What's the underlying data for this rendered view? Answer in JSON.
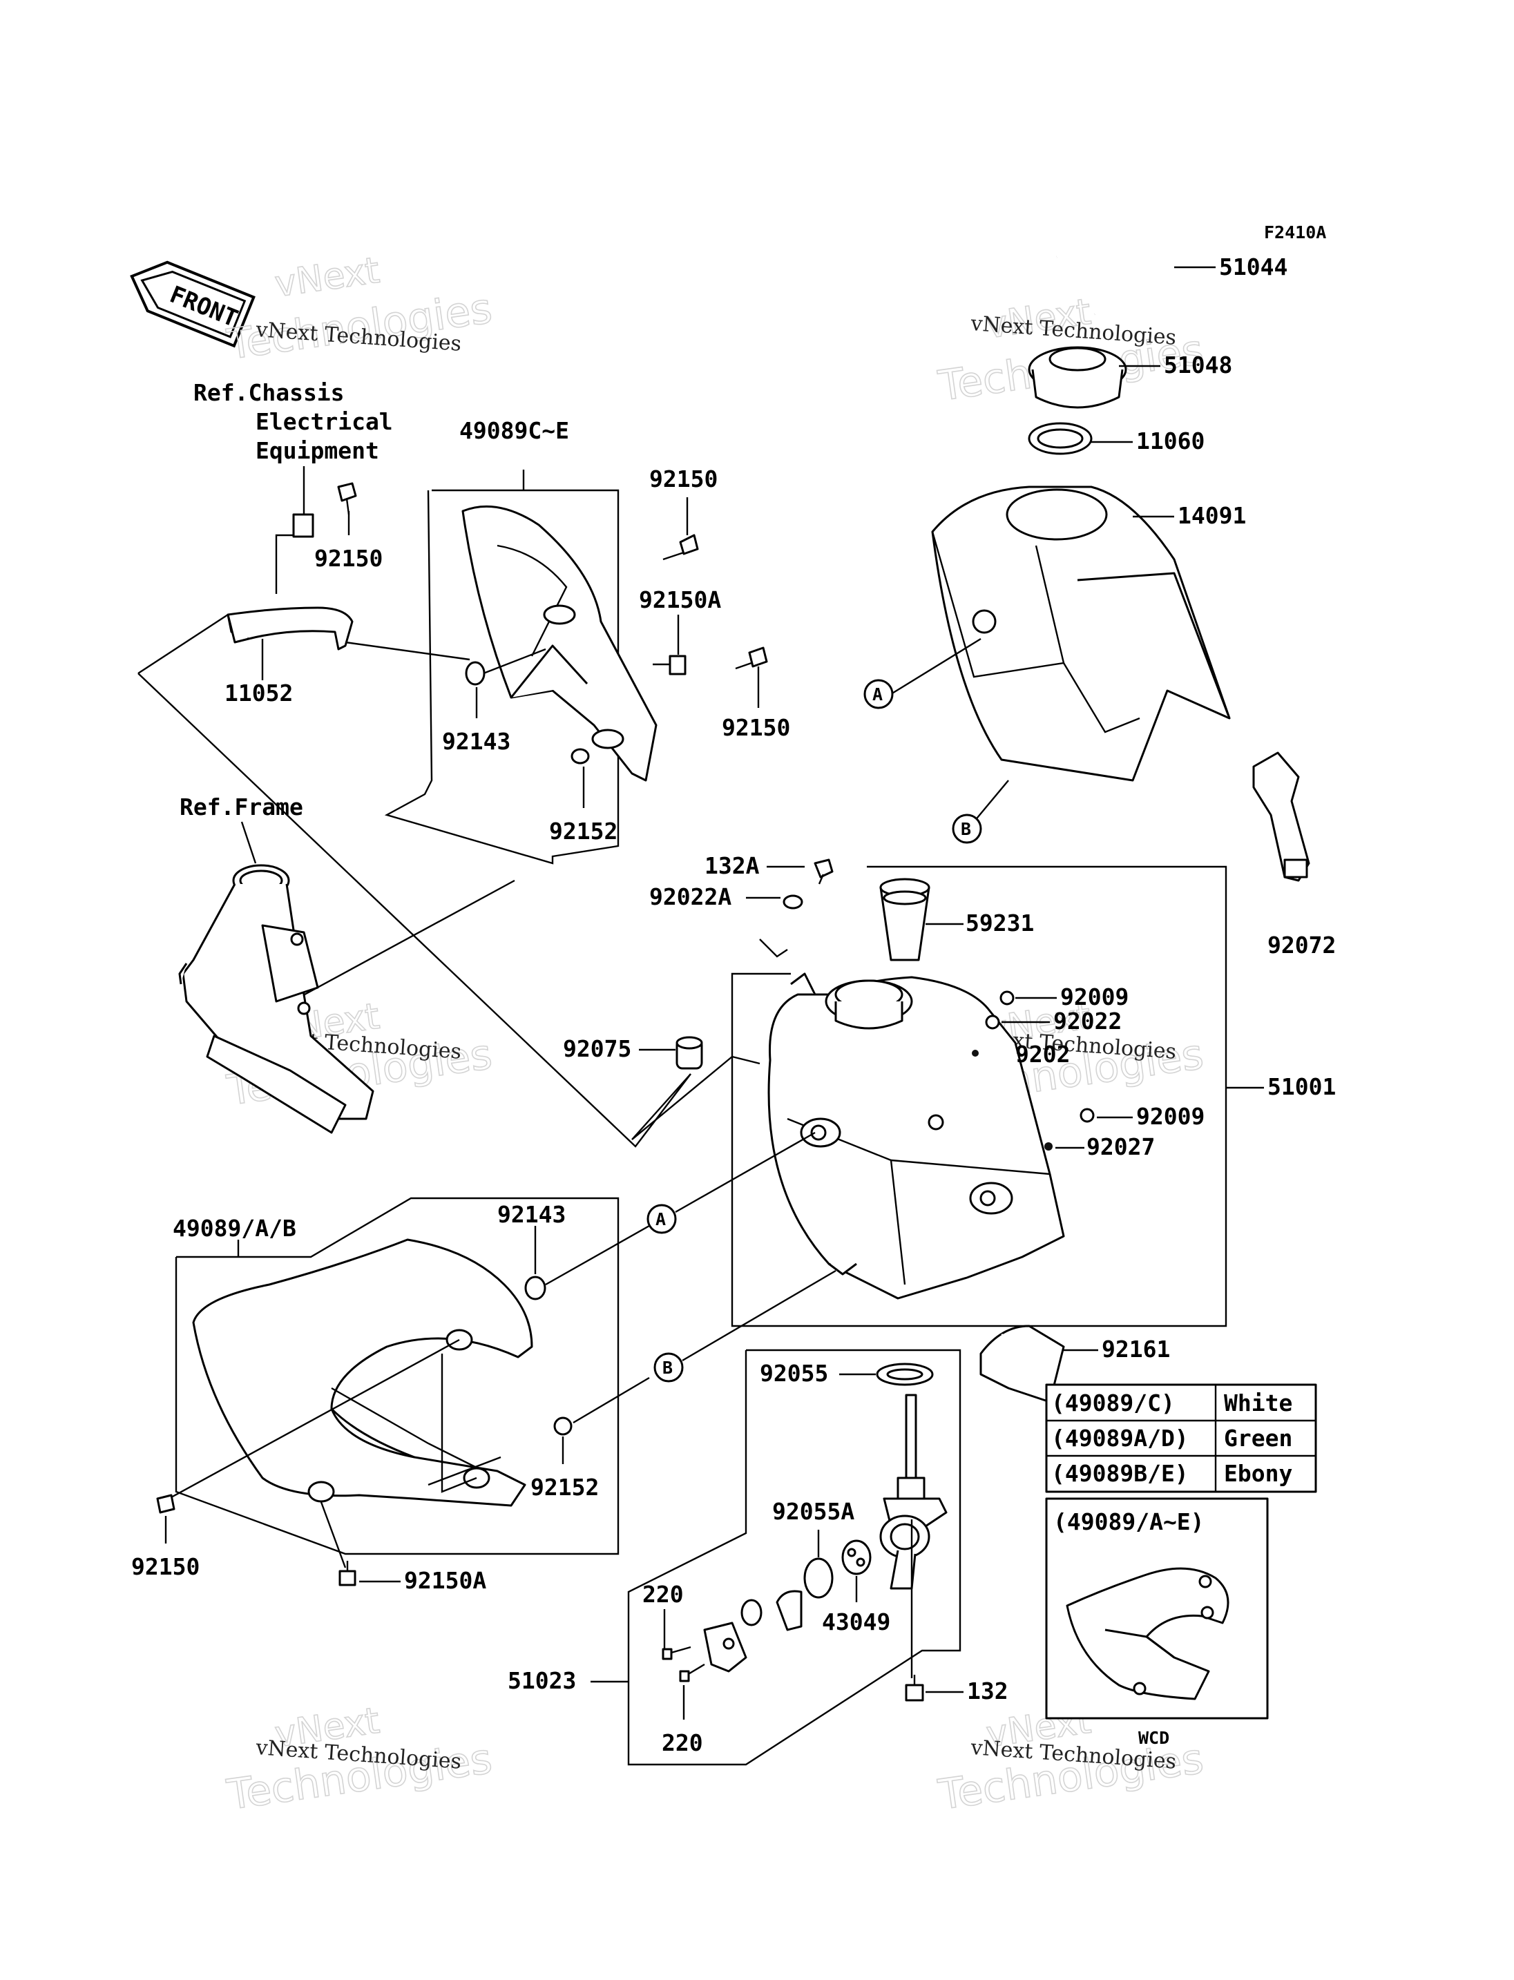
{
  "figure_code": "F2410A",
  "front_label": "FRONT",
  "watermark": {
    "line1": "vNext",
    "line2": "vNext Technologies",
    "line3": "Technologies"
  },
  "refs": {
    "chassis": [
      "Ref.Chassis",
      "Electrical",
      "Equipment"
    ],
    "frame": "Ref.Frame"
  },
  "parts": {
    "p51044": "51044",
    "p51048": "51048",
    "p11060": "11060",
    "p14091": "14091",
    "p92072": "92072",
    "p51001": "51001",
    "p59231": "59231",
    "p132A": "132A",
    "p92022A": "92022A",
    "p92009a": "92009",
    "p92022": "92022",
    "p9202x": "9202",
    "p92009b": "92009",
    "p92027": "92027",
    "p92075": "92075",
    "p49089CE": "49089C~E",
    "p92150a": "92150",
    "p92150b": "92150",
    "p92150A1": "92150A",
    "p92150c": "92150",
    "p11052": "11052",
    "p92143a": "92143",
    "p92152a": "92152",
    "p49089AB": "49089/A/B",
    "p92143b": "92143",
    "p92152b": "92152",
    "p92150d": "92150",
    "p92150A2": "92150A",
    "p92055": "92055",
    "p92055A": "92055A",
    "p43049": "43049",
    "p220a": "220",
    "p220b": "220",
    "p51023": "51023",
    "p132": "132",
    "p92161": "92161"
  },
  "callouts": {
    "A1": "A",
    "B1": "B",
    "A2": "A",
    "B2": "B"
  },
  "color_table": {
    "rows": [
      {
        "code": "(49089/C)",
        "color": "White"
      },
      {
        "code": "(49089A/D)",
        "color": "Green"
      },
      {
        "code": "(49089B/E)",
        "color": "Ebony"
      }
    ]
  },
  "inset": {
    "title": "(49089/A~E)",
    "note": "WCD"
  }
}
